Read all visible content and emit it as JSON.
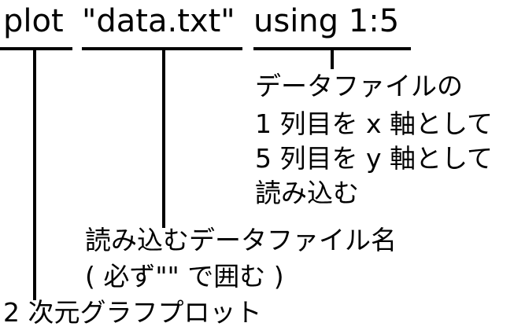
{
  "command": {
    "keyword": "plot",
    "filename": "\"data.txt\"",
    "option": "using 1:5"
  },
  "annotations": {
    "using": {
      "line1": "データファイルの",
      "line2": "1 列目を x 軸として",
      "line3": "5 列目を y 軸として",
      "line4": "読み込む"
    },
    "filename": {
      "line1": "読み込むデータファイル名",
      "line2": "( 必ず\"\"  で囲む )"
    },
    "plot": {
      "line1": "2 次元グラフプロット"
    }
  }
}
